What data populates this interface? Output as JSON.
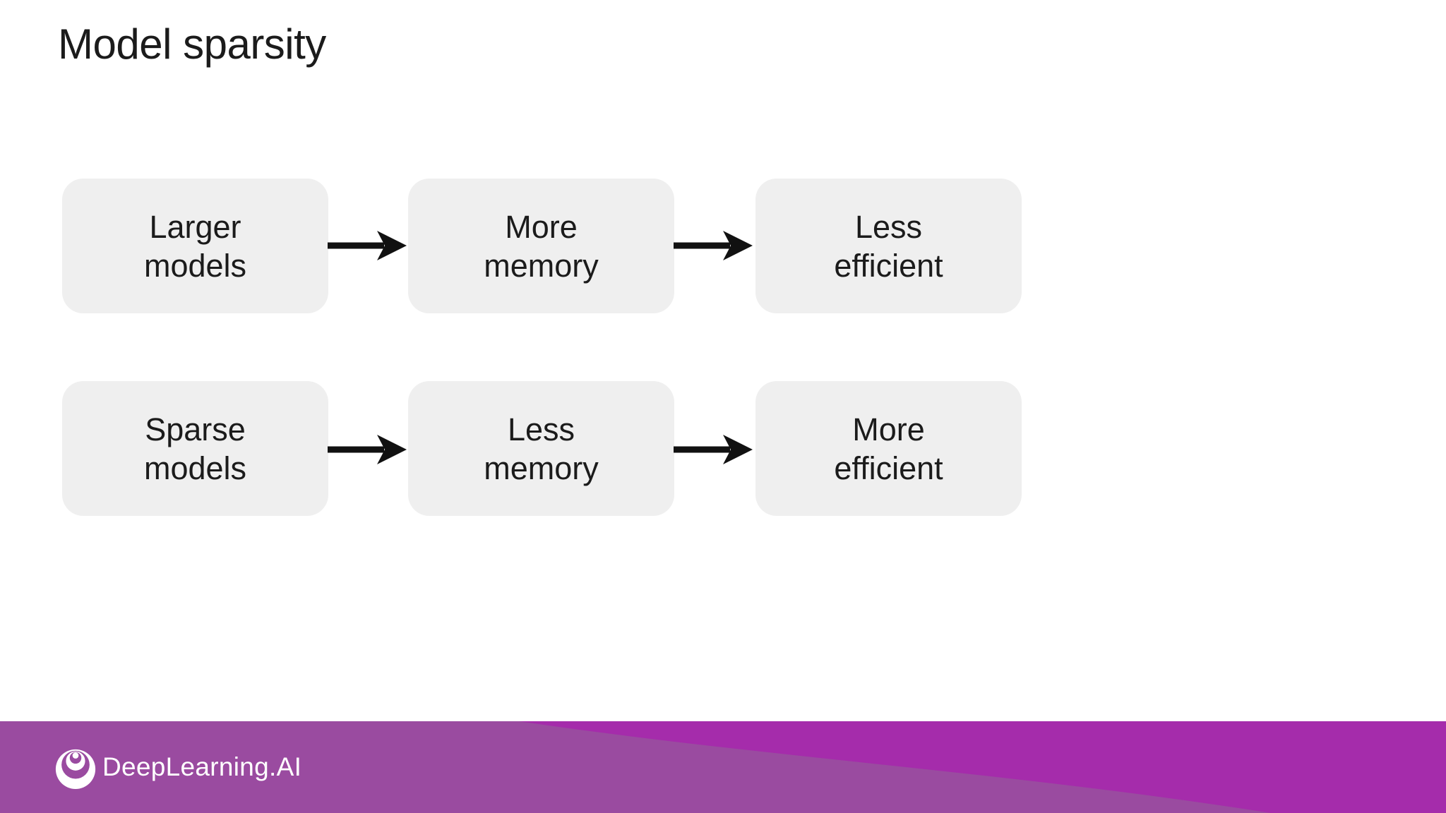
{
  "slide": {
    "title": "Model sparsity",
    "flow_rows": [
      {
        "boxes": [
          {
            "line1": "Larger",
            "line2": "models"
          },
          {
            "line1": "More",
            "line2": "memory"
          },
          {
            "line1": "Less",
            "line2": "efficient"
          }
        ]
      },
      {
        "boxes": [
          {
            "line1": "Sparse",
            "line2": "models"
          },
          {
            "line1": "Less",
            "line2": "memory"
          },
          {
            "line1": "More",
            "line2": "efficient"
          }
        ]
      }
    ]
  },
  "footer": {
    "brand_text": "DeepLearning.AI"
  },
  "colors": {
    "background": "#ffffff",
    "text": "#1b1b1b",
    "box_bg": "#efefef",
    "arrow": "#111111",
    "footer_bright": "#a52cab",
    "footer_muted": "#9a4ba0",
    "logo_white": "#ffffff"
  }
}
